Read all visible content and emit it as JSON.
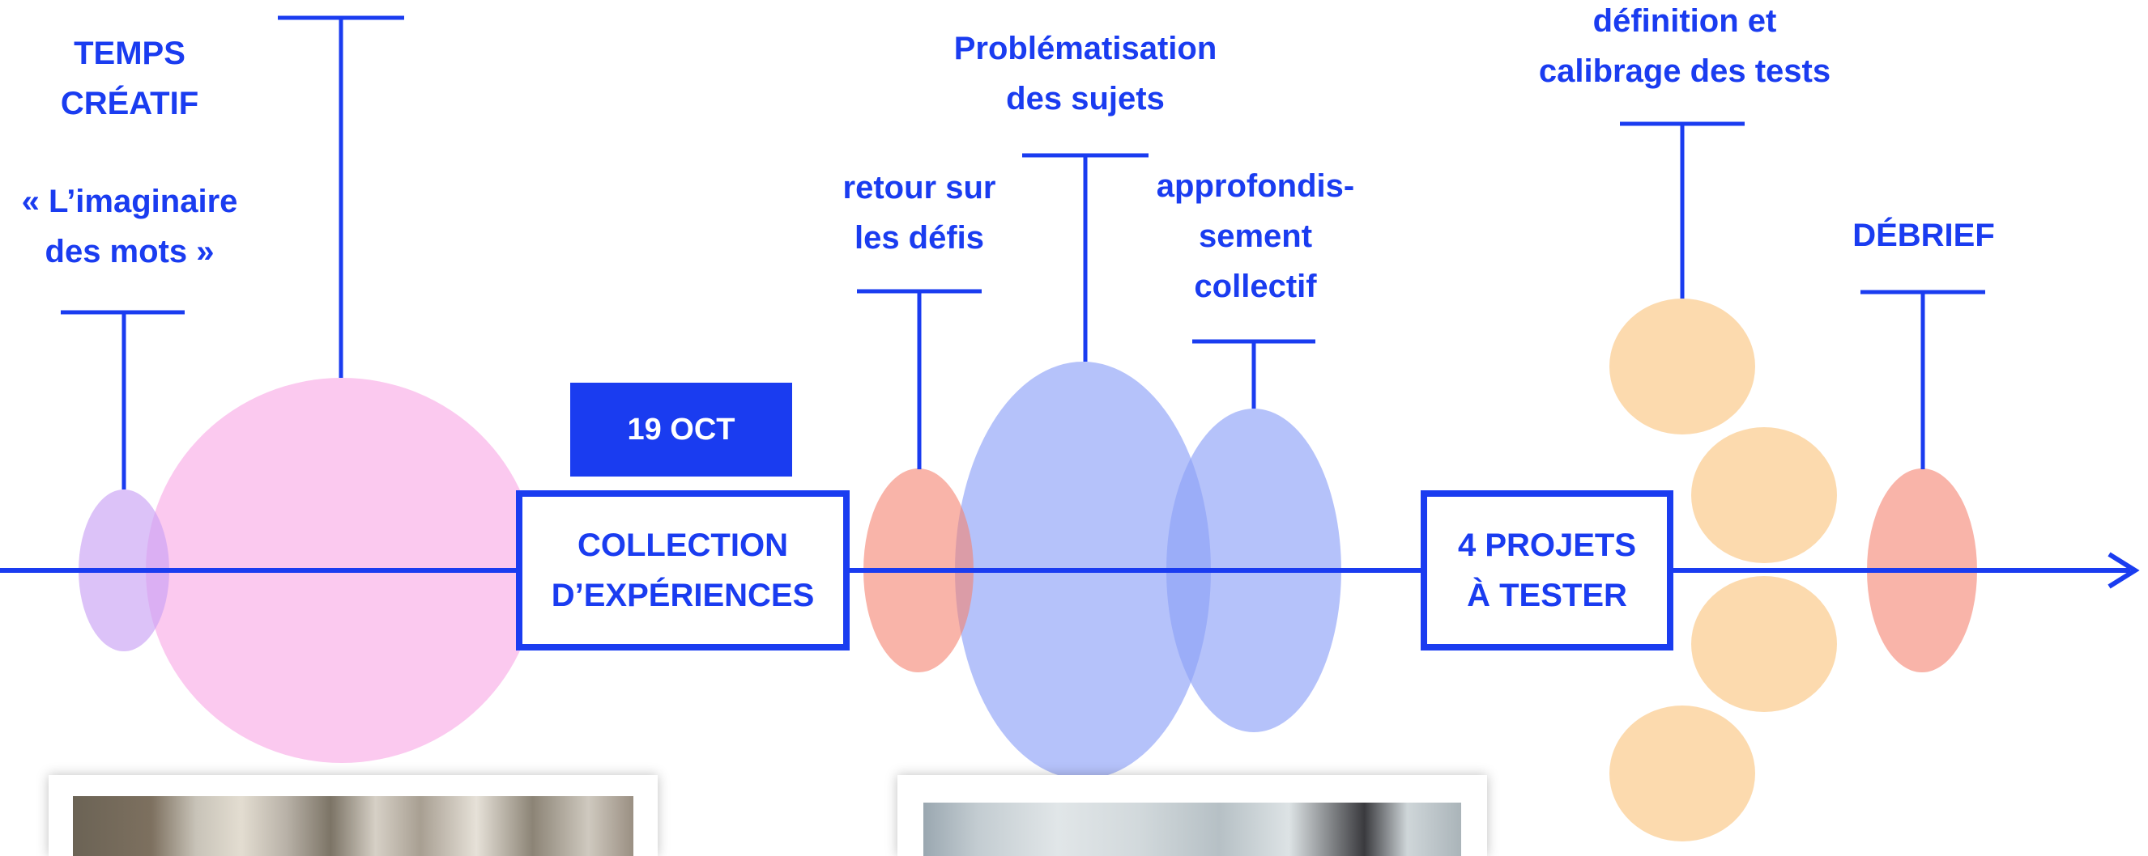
{
  "colors": {
    "accent": "#1a3cf0",
    "pink": "#f9b7ea",
    "lavender": "#d4b2f7",
    "salmon": "#f79f96",
    "periwinkle": "#8da2f7",
    "peach": "#fcd3a0"
  },
  "labels": {
    "temps_creatif": [
      "TEMPS",
      "CRÉATIF"
    ],
    "imaginaire": [
      "« L’imaginaire",
      "des mots »"
    ],
    "problematisation": [
      "Problématisation",
      "des sujets"
    ],
    "retour": [
      "retour sur",
      "les défis"
    ],
    "approfondissement": [
      "approfondis-",
      "sement",
      "collectif"
    ],
    "definition": [
      "définition et",
      "calibrage des tests"
    ],
    "debrief": [
      "DÉBRIEF"
    ]
  },
  "boxes": {
    "collection": [
      "COLLECTION",
      "D’EXPÉRIENCES"
    ],
    "projets": [
      "4 PROJETS",
      "À TESTER"
    ]
  },
  "date_tag": "19 OCT",
  "arrow_icon": "arrow-right-icon"
}
